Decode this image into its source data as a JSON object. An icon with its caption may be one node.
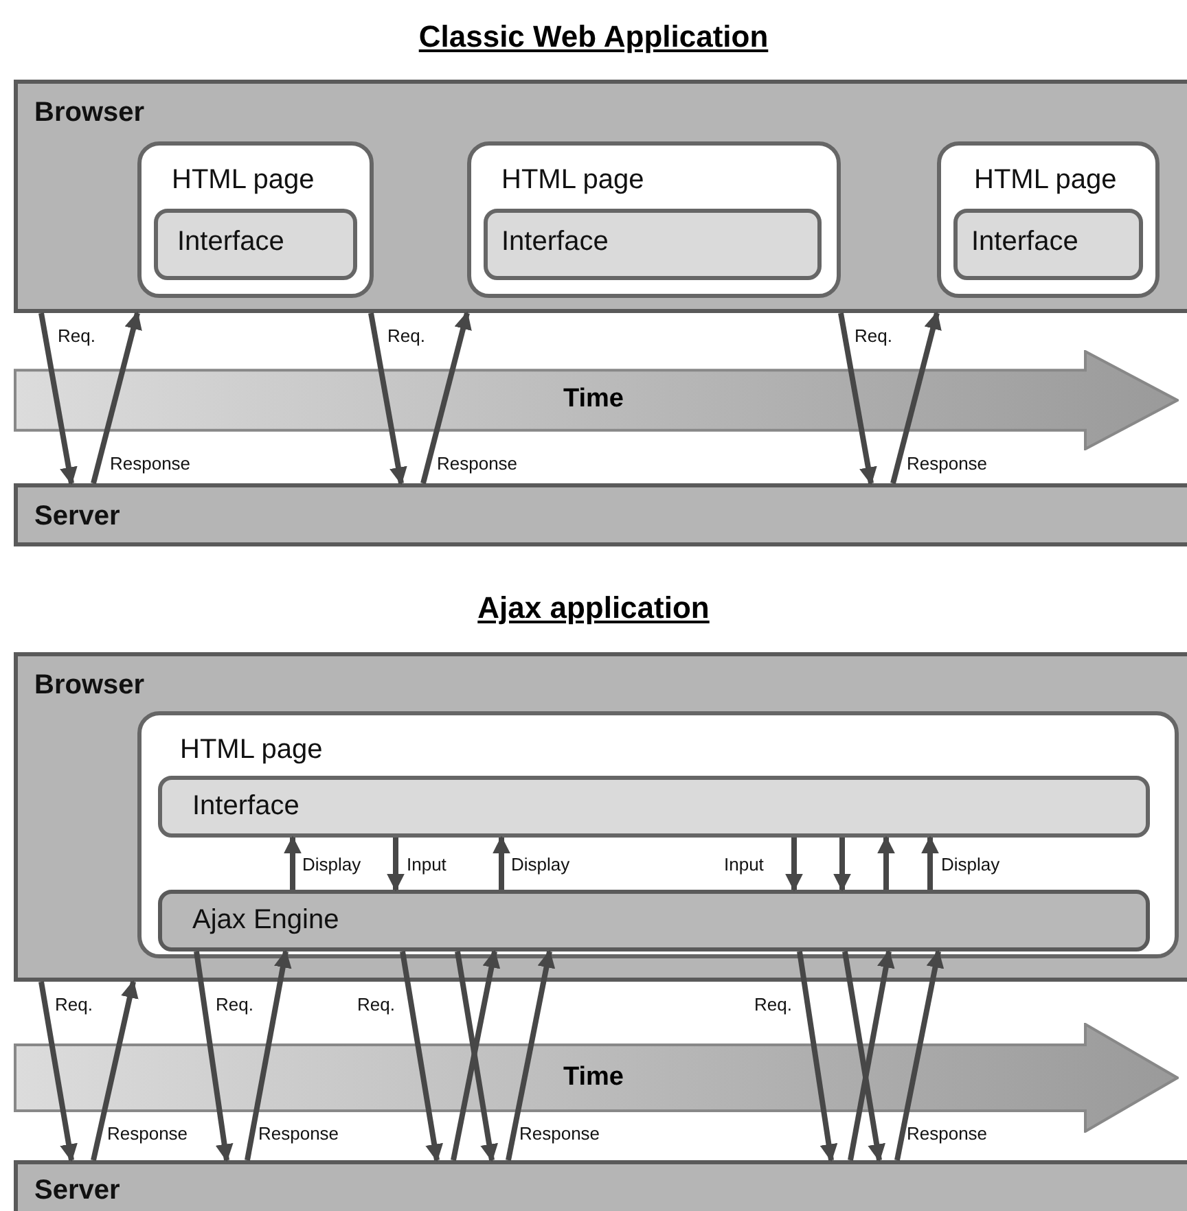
{
  "diagram": {
    "nodes": [
      {
        "text": [
          "Browser"
        ]
      },
      {
        "text": [
          "HTML page"
        ],
        "in": 0
      },
      {
        "text": [
          "Interface"
        ],
        "in": 1
      },
      {
        "text": [
          "HTML page"
        ],
        "in": 0
      },
      {
        "text": [
          "Interface"
        ],
        "in": 3
      },
      {
        "text": [
          "HTML page"
        ],
        "in": 0
      },
      {
        "text": [
          "Interface"
        ],
        "in": 5
      },
      {
        "text": [
          "Server"
        ]
      },
      {
        "text": [
          "Browser"
        ]
      },
      {
        "text": [
          "HTML page"
        ],
        "in": 8
      },
      {
        "text": [
          "Interface"
        ],
        "in": 9
      },
      {
        "text": [
          "Ajax Engine"
        ],
        "in": 9
      },
      {
        "text": [
          "Server"
        ]
      }
    ],
    "edges": [
      {
        "from": 0,
        "to": 7,
        "arrow": "to",
        "label": "Req."
      },
      {
        "from": 7,
        "to": 0,
        "arrow": "to",
        "label": "Response"
      },
      {
        "from": 0,
        "to": 7,
        "arrow": "to",
        "label": "Req."
      },
      {
        "from": 7,
        "to": 0,
        "arrow": "to",
        "label": "Response"
      },
      {
        "from": 0,
        "to": 7,
        "arrow": "to",
        "label": "Req."
      },
      {
        "from": 7,
        "to": 0,
        "arrow": "to",
        "label": "Response"
      },
      {
        "from": 11,
        "to": 10,
        "arrow": "to",
        "label": "Display"
      },
      {
        "from": 10,
        "to": 11,
        "arrow": "to",
        "label": "Input"
      },
      {
        "from": 11,
        "to": 10,
        "arrow": "to",
        "label": "Display"
      },
      {
        "from": 10,
        "to": 11,
        "arrow": "to",
        "label": "Input"
      },
      {
        "from": 10,
        "to": 11,
        "arrow": "to"
      },
      {
        "from": 11,
        "to": 10,
        "arrow": "to"
      },
      {
        "from": 11,
        "to": 10,
        "arrow": "to",
        "label": "Display"
      },
      {
        "from": 8,
        "to": 12,
        "arrow": "to",
        "label": "Req."
      },
      {
        "from": 12,
        "to": 8,
        "arrow": "to",
        "label": "Response"
      },
      {
        "from": 11,
        "to": 12,
        "arrow": "to",
        "label": "Req."
      },
      {
        "from": 12,
        "to": 11,
        "arrow": "to",
        "label": "Response"
      },
      {
        "from": 11,
        "to": 12,
        "arrow": "to",
        "label": "Req."
      },
      {
        "from": 11,
        "to": 12,
        "arrow": "to"
      },
      {
        "from": 12,
        "to": 11,
        "arrow": "to"
      },
      {
        "from": 12,
        "to": 11,
        "arrow": "to",
        "label": "Response"
      },
      {
        "from": 11,
        "to": 12,
        "arrow": "to",
        "label": "Req."
      },
      {
        "from": 11,
        "to": 12,
        "arrow": "to"
      },
      {
        "from": 12,
        "to": 11,
        "arrow": "to"
      },
      {
        "from": 12,
        "to": 11,
        "arrow": "to",
        "label": "Response"
      }
    ],
    "labels": [
      "Classic Web Application",
      "Time",
      "Ajax application",
      "Time"
    ]
  }
}
